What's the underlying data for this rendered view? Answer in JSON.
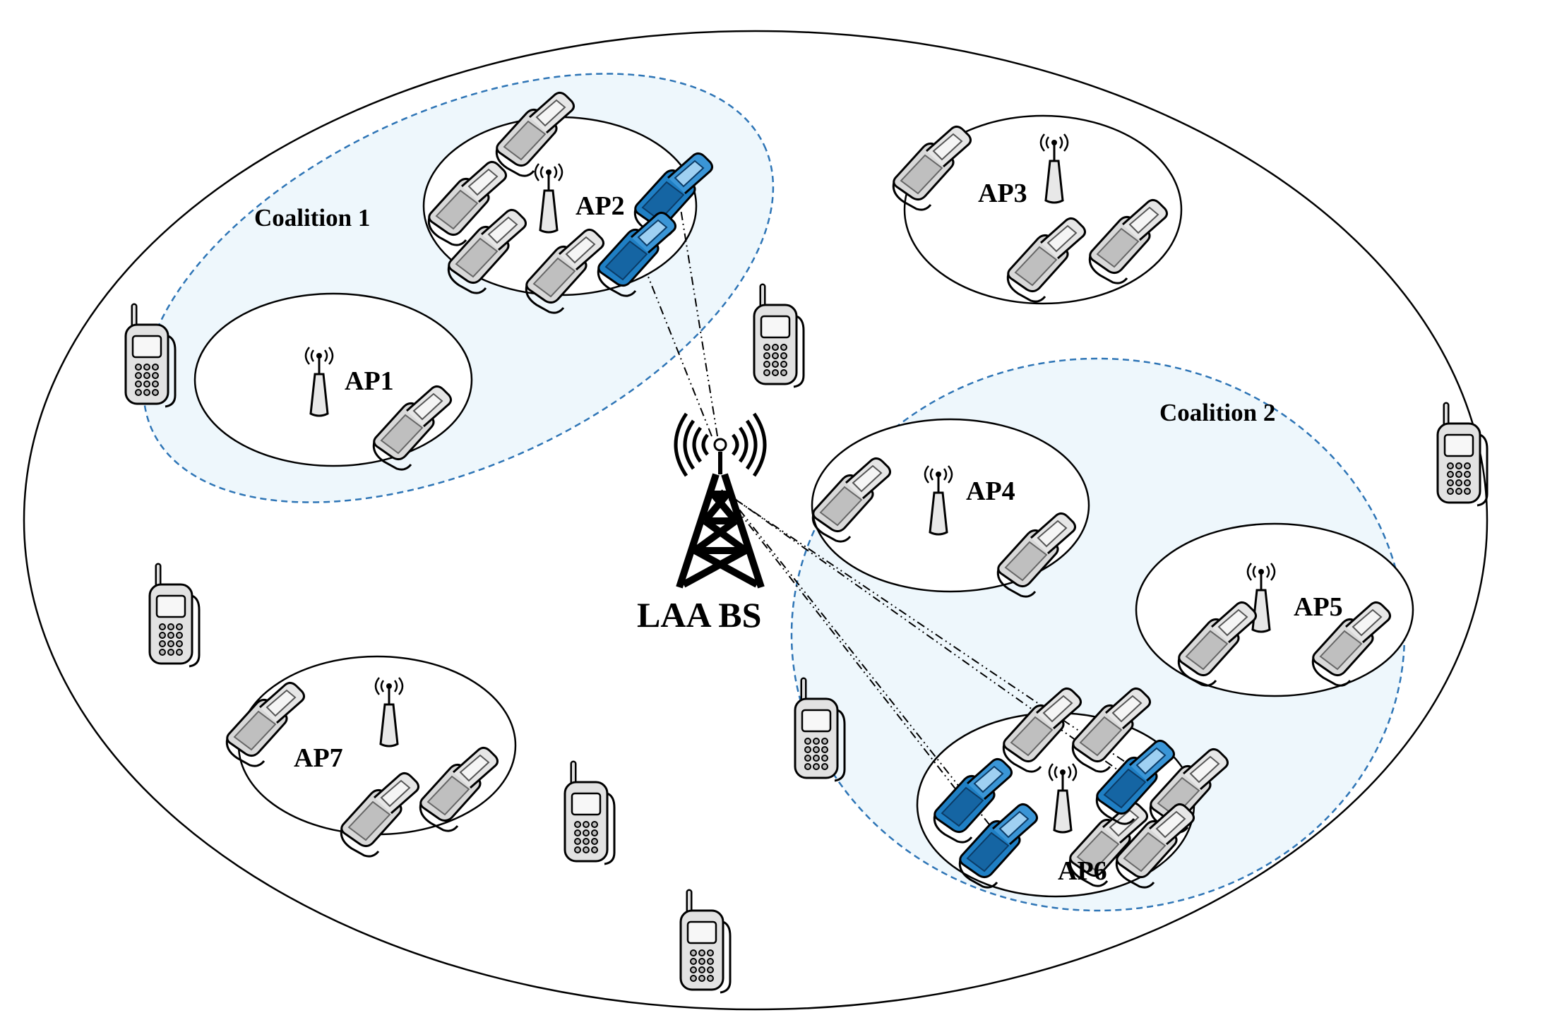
{
  "labels": {
    "ap1": "AP1",
    "ap2": "AP2",
    "ap3": "AP3",
    "ap4": "AP4",
    "ap5": "AP5",
    "ap6": "AP6",
    "ap7": "AP7",
    "coalition1": "Coalition 1",
    "coalition2": "Coalition 2",
    "base_station": "LAA BS"
  },
  "colors": {
    "outline": "#000000",
    "coalition_border": "#2e75b6",
    "coalition_fill": "#eef7fc",
    "linked_phone": "#1b7ec2",
    "phone_gray": "#c8c8c8"
  }
}
